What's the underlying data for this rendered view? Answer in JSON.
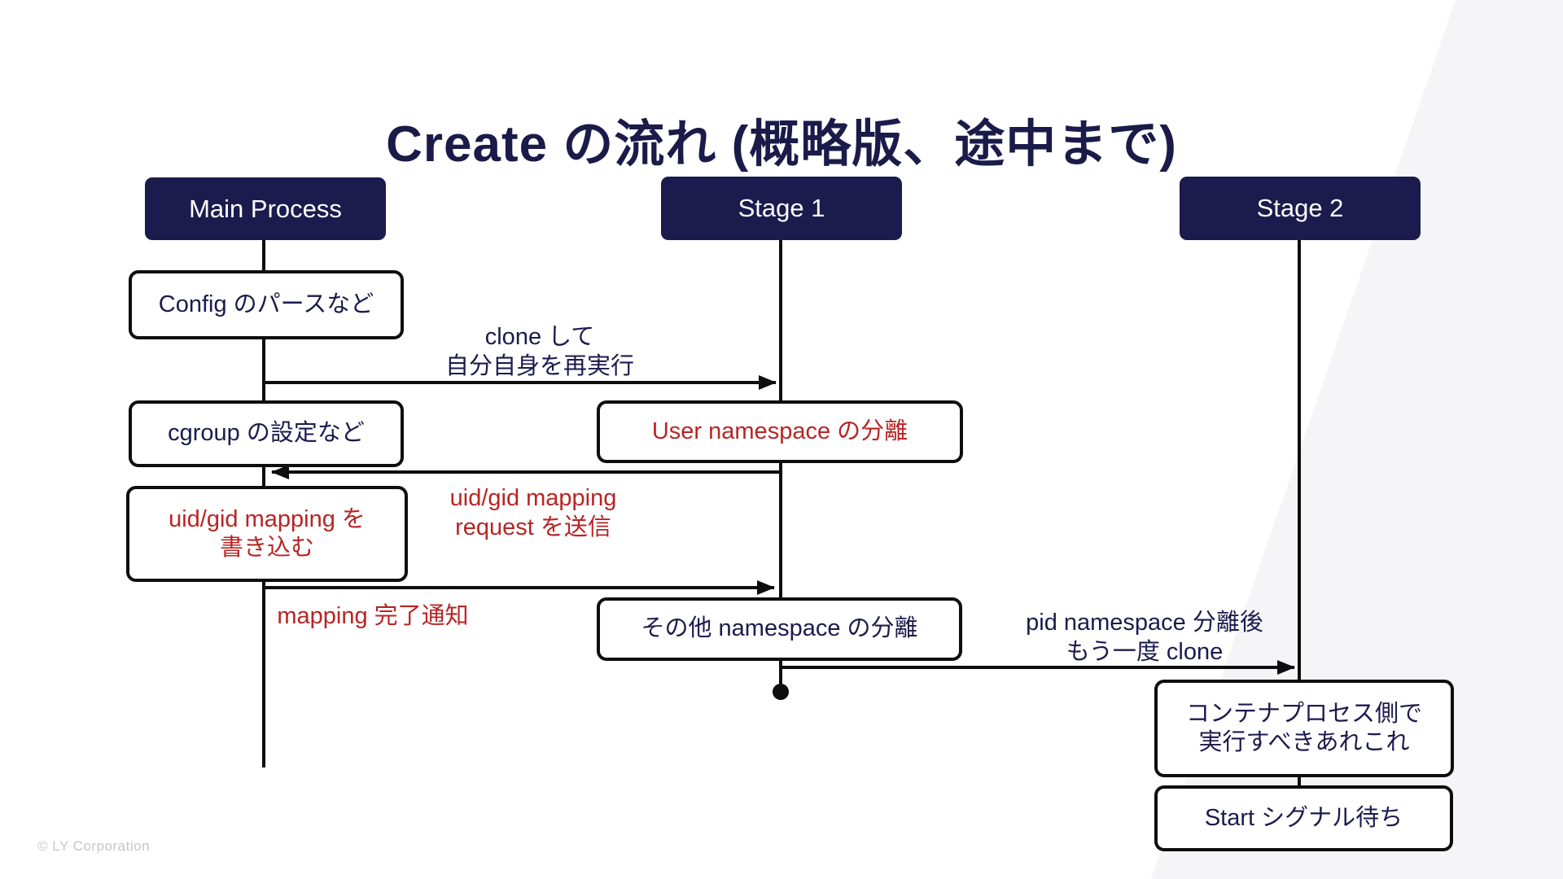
{
  "title": "Create の流れ (概略版、途中まで)",
  "colors": {
    "navy": "#1b1b4e",
    "red": "#b92424",
    "line": "#0e0e0e",
    "background_band": "#f5f5f7",
    "copyright_gray": "#c6c6ca"
  },
  "lifelines": [
    {
      "label": "Main Process"
    },
    {
      "label": "Stage 1"
    },
    {
      "label": "Stage 2"
    }
  ],
  "activities": {
    "config": "Config のパースなど",
    "cgroup": "cgroup の設定など",
    "user_ns": "User namespace の分離",
    "uid_gid_write": "uid/gid mapping を\n書き込む",
    "other_ns": "その他 namespace の分離",
    "container_todo": "コンテナプロセス側で\n実行すべきあれこれ",
    "start_wait": "Start シグナル待ち"
  },
  "messages": {
    "clone": "clone して\n自分自身を再実行",
    "uid_gid_request": "uid/gid mapping\nrequest を送信",
    "mapping_done": "mapping 完了通知",
    "pid_clone": "pid namespace 分離後\nもう一度 clone"
  },
  "footer": {
    "copyright": "© LY Corporation"
  }
}
